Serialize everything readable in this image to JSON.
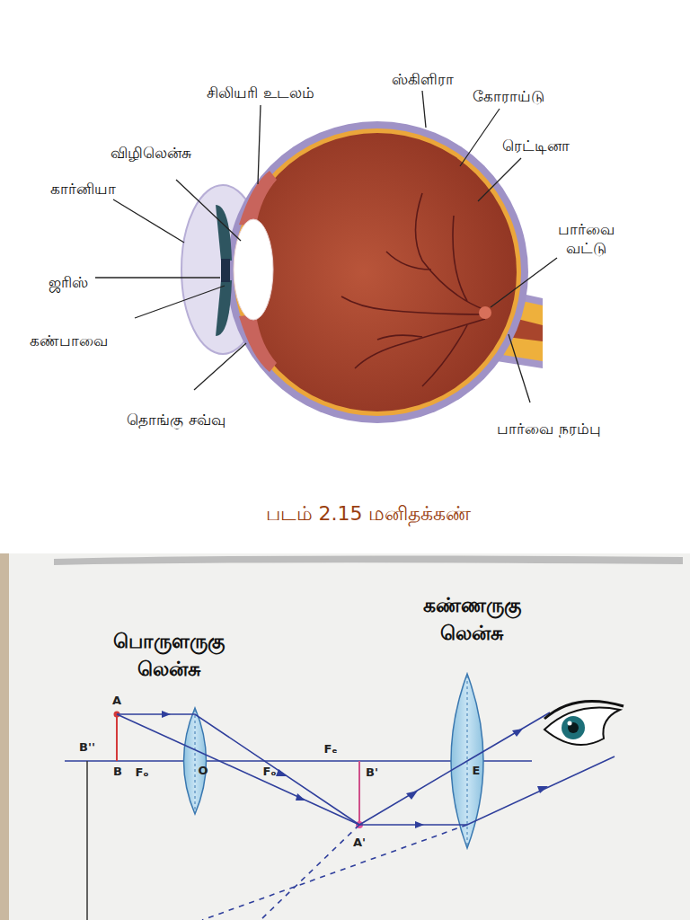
{
  "diagram": {
    "caption": "படம் 2.15 மனிதக்கண்",
    "labels": [
      "சிலியரி உடலம்",
      "ஸ்கிளிரா",
      "கோராய்டு",
      "விழிலென்சு",
      "ரெட்டினா",
      "கார்னியா",
      "பார்வை வட்டு",
      "ஜரிஸ்",
      "கண்பாவை",
      "தொங்கு சவ்வு",
      "பார்வை நரம்பு",
      "பொருளருகு லென்சு",
      "கண்ணருகு லென்சு",
      "A",
      "B''",
      "B",
      "Fₒ",
      "O",
      "Fₑ",
      "Fₒ",
      "B'",
      "A'",
      "E"
    ]
  }
}
